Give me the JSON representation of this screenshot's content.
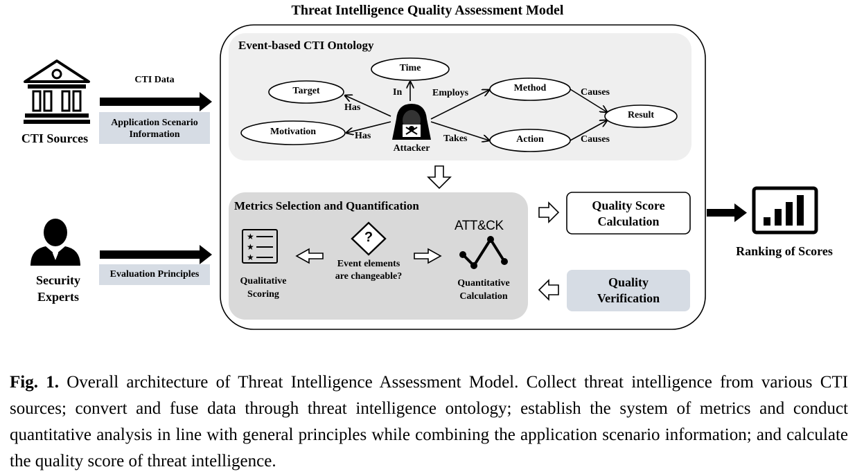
{
  "title": "Threat Intelligence Quality Assessment Model",
  "sources": {
    "cti_sources": "CTI Sources",
    "security_experts_line1": "Security",
    "security_experts_line2": "Experts"
  },
  "inputs": {
    "cti_data": "CTI Data",
    "app_scenario_line1": "Application Scenario",
    "app_scenario_line2": "Information",
    "evaluation_principles": "Evaluation Principles"
  },
  "ontology": {
    "title": "Event-based CTI Ontology",
    "nodes": {
      "time": "Time",
      "target": "Target",
      "motivation": "Motivation",
      "method": "Method",
      "action": "Action",
      "result": "Result",
      "attacker": "Attacker"
    },
    "edges": {
      "in": "In",
      "employs": "Employs",
      "has_target": "Has",
      "has_motivation": "Has",
      "takes": "Takes",
      "causes_method": "Causes",
      "causes_action": "Causes"
    }
  },
  "metrics": {
    "title": "Metrics Selection and Quantification",
    "qualitative_line1": "Qualitative",
    "qualitative_line2": "Scoring",
    "event_line1": "Event elements",
    "event_line2": "are changeable?",
    "question_mark": "?",
    "attck_logo": "ATT&CK",
    "quantitative_line1": "Quantitative",
    "quantitative_line2": "Calculation"
  },
  "quality_score_line1": "Quality Score",
  "quality_score_line2": "Calculation",
  "quality_verification_line1": "Quality",
  "quality_verification_line2": "Verification",
  "ranking": "Ranking of Scores",
  "caption": {
    "lead": "Fig. 1.",
    "text": " Overall architecture of Threat Intelligence Assessment Model. Collect threat intelligence from various CTI sources; convert and fuse data through threat intelligence ontology; establish the system of metrics and conduct quantitative analysis in line with general principles while combining the application scenario information; and calculate the quality score of threat intelligence."
  },
  "colors": {
    "panel_light": "#efefef",
    "panel_mid": "#d9d9d9",
    "label_box": "#d6dce4",
    "black": "#000000"
  }
}
